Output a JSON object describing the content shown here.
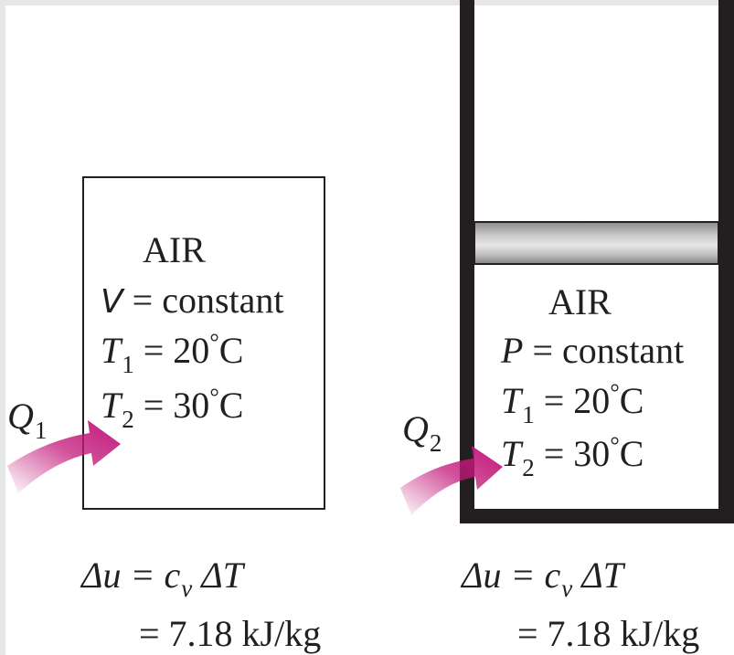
{
  "left": {
    "title": "AIR",
    "line_v_var": "V",
    "line_v_rest": " = constant",
    "t1_var": "T",
    "t1_sub": "1",
    "t1_rest": " = 20",
    "t1_deg": "°",
    "t1_unit": "C",
    "t2_var": "T",
    "t2_sub": "2",
    "t2_rest": " = 30",
    "t2_deg": "°",
    "t2_unit": "C",
    "heat_var": "Q",
    "heat_sub": "1",
    "eq1_delta_u": "Δu",
    "eq1_eq": " = c",
    "eq1_sub": "v",
    "eq1_rest": " ΔT",
    "eq2": "= 7.18 kJ/kg"
  },
  "right": {
    "title": "AIR",
    "line_p_var": "P",
    "line_p_rest": " = constant",
    "t1_var": "T",
    "t1_sub": "1",
    "t1_rest": " = 20",
    "t1_deg": "°",
    "t1_unit": "C",
    "t2_var": "T",
    "t2_sub": "2",
    "t2_rest": " = 30",
    "t2_deg": "°",
    "t2_unit": "C",
    "heat_var": "Q",
    "heat_sub": "2",
    "eq1_delta_u": "Δu",
    "eq1_eq": " = c",
    "eq1_sub": "v",
    "eq1_rest": " ΔT",
    "eq2": "= 7.18 kJ/kg"
  },
  "colors": {
    "line": "#231f20",
    "arrow": "#c2187a",
    "piston_mid": "#e6e6e6"
  },
  "icons": {
    "heat_arrow": "curved-gradient-arrow-icon",
    "piston": "piston-icon"
  }
}
